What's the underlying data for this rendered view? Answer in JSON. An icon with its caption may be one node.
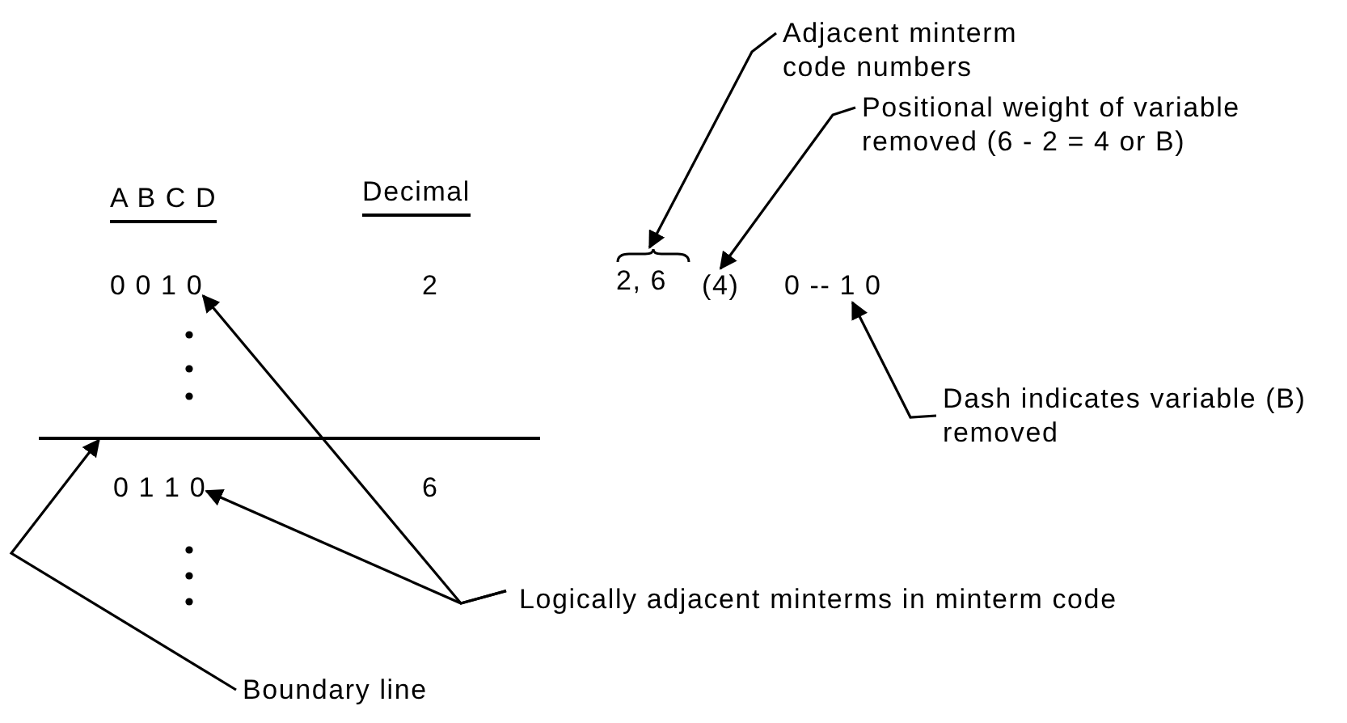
{
  "diagram": {
    "nodes": [
      {
        "text": [
          "A B C D"
        ]
      },
      {
        "text": [
          "Decimal"
        ]
      },
      {
        "text": [
          "0 0 1 0"
        ]
      },
      {
        "text": [
          "2"
        ]
      },
      {
        "text": [
          "2, 6"
        ]
      },
      {
        "text": [
          "(4)"
        ]
      },
      {
        "text": [
          "0 -- 1 0"
        ]
      },
      {
        "text": [
          "Adjacent minterm code numbers"
        ]
      },
      {
        "text": [
          "Positional weight of variable removed (6 - 2 = 4 or B)"
        ]
      },
      {
        "text": [
          "Dash indicates variable (B) removed"
        ]
      },
      {
        "text": [
          "0 1 1 0"
        ]
      },
      {
        "text": [
          "6"
        ]
      },
      {
        "text": [
          "Logically adjacent minterms in minterm code"
        ]
      },
      {
        "text": [
          "Boundary line"
        ]
      },
      {
        "text": [],
        "shape": "line"
      }
    ],
    "edges": [
      {
        "from": 7,
        "to": 4,
        "arrow": "to"
      },
      {
        "from": 8,
        "to": 5,
        "arrow": "to"
      },
      {
        "from": 9,
        "to": 6,
        "arrow": "to"
      },
      {
        "from": 12,
        "to": 2,
        "arrow": "to"
      },
      {
        "from": 12,
        "to": 10,
        "arrow": "to"
      },
      {
        "from": 13,
        "to": 14,
        "arrow": "to"
      }
    ]
  }
}
